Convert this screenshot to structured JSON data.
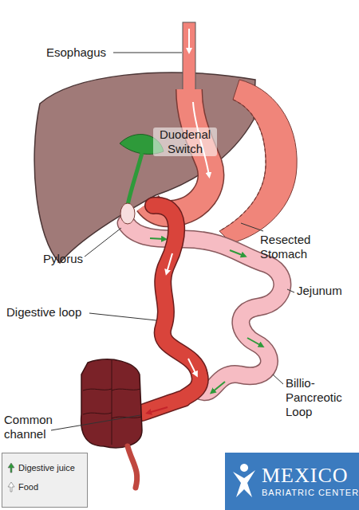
{
  "diagram": {
    "nodes": [
      {
        "text": [
          "MEXICO",
          "BARIATRIC CENTER"
        ]
      }
    ],
    "labels": [
      "Esophagus",
      "Duodenal Switch",
      "Pylorus",
      "Resected Stomach",
      "Jejunum",
      "Digestive loop",
      "Billio-Pancreotic Loop",
      "Common channel"
    ],
    "legend": [
      {
        "text": "Digestive juice"
      },
      {
        "text": "Food"
      }
    ]
  }
}
